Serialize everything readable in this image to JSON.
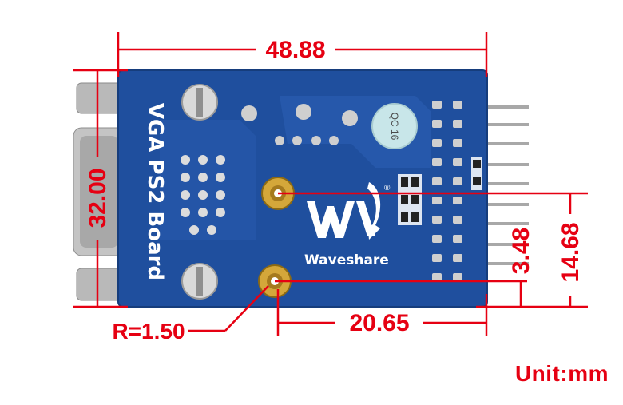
{
  "dimensions": {
    "width": "48.88",
    "height": "32.00",
    "hole_spacing_horizontal": "20.65",
    "hole_offset_small": "3.48",
    "hole_offset_large": "14.68",
    "hole_radius": "R=1.50"
  },
  "unit_label": "Unit:mm",
  "board": {
    "silkscreen": "VGA PS2 Board",
    "brand": "Waveshare",
    "qc_sticker": "QC 16"
  },
  "colors": {
    "dimension": "#e60012",
    "pcb": "#1f4f9e",
    "silkscreen": "#ffffff"
  }
}
